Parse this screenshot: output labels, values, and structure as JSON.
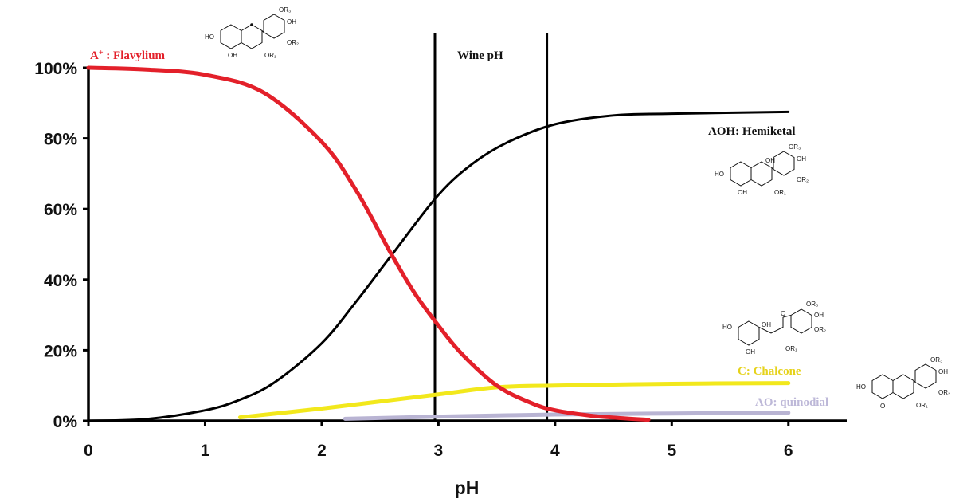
{
  "chart_data": {
    "type": "line",
    "title": "",
    "xlabel": "pH",
    "ylabel": "",
    "xlim": [
      0,
      6.5
    ],
    "ylim": [
      0,
      100
    ],
    "x_ticks": [
      "0",
      "1",
      "2",
      "3",
      "4",
      "5",
      "6"
    ],
    "y_ticks": [
      "0%",
      "20%",
      "40%",
      "60%",
      "80%",
      "100%"
    ],
    "grid": false,
    "series": [
      {
        "name": "A⁺ : Flavylium",
        "color": "#e3202a",
        "x": [
          0,
          0.5,
          1.0,
          1.5,
          2.0,
          2.3,
          2.6,
          2.8,
          3.0,
          3.2,
          3.5,
          3.8,
          4.0,
          4.3,
          4.6,
          4.8
        ],
        "y": [
          100,
          99.5,
          98,
          93,
          79,
          65,
          47,
          36,
          27,
          19,
          10,
          5,
          3,
          1.5,
          0.7,
          0.3
        ]
      },
      {
        "name": "AOH: Hemiketal",
        "color": "#000000",
        "x": [
          0,
          0.5,
          1.0,
          1.3,
          1.6,
          2.0,
          2.3,
          2.6,
          3.0,
          3.3,
          3.6,
          4.0,
          4.5,
          5.0,
          6.0
        ],
        "y": [
          0,
          0.5,
          3,
          6,
          11,
          22,
          34,
          47,
          64,
          73,
          79,
          84,
          86.5,
          87,
          87.5
        ]
      },
      {
        "name": "C: Chalcone",
        "color": "#f2e81c",
        "x": [
          1.3,
          2.0,
          2.5,
          3.0,
          3.5,
          4.0,
          5.0,
          6.0
        ],
        "y": [
          1,
          3.5,
          5.5,
          7.5,
          9.5,
          10,
          10.5,
          10.7
        ]
      },
      {
        "name": "AO: quinodial",
        "color": "#b9b4d3",
        "x": [
          2.2,
          3.0,
          4.0,
          5.0,
          6.0
        ],
        "y": [
          0.6,
          1.2,
          1.8,
          2.1,
          2.3
        ]
      }
    ],
    "vlines": [
      {
        "x": 2.97,
        "label": "Wine pH"
      },
      {
        "x": 3.93,
        "label": ""
      }
    ],
    "labels": {
      "flavylium_prefix": "A",
      "flavylium_sup": "+",
      "flavylium_rest": " : Flavylium",
      "hemiketal": "AOH: Hemiketal",
      "chalcone": "C: Chalcone",
      "quinodial": "AO: quinodial"
    },
    "structures": {
      "flavylium": {
        "oh7": "HO",
        "oh5": "OH",
        "r1": "OR₁",
        "r2": "OR₂",
        "r3": "OR₃",
        "oh4p": "OH"
      },
      "hemiketal": {
        "oh7": "HO",
        "oh5": "OH",
        "oh2": "OH",
        "r1": "OR₁",
        "r2": "OR₂",
        "r3": "OR₃",
        "oh4p": "OH"
      },
      "chalcone": {
        "oh7": "HO",
        "oh5": "OH",
        "oh2p": "OH",
        "o": "O",
        "r1": "OR₁",
        "r2": "OR₂",
        "r3": "OR₃",
        "oh4p": "OH"
      },
      "quinoidal": {
        "oh7": "HO",
        "o": "O",
        "r1": "OR₁",
        "r2": "OR₂",
        "r3": "OR₃",
        "oh4p": "OH"
      }
    }
  }
}
